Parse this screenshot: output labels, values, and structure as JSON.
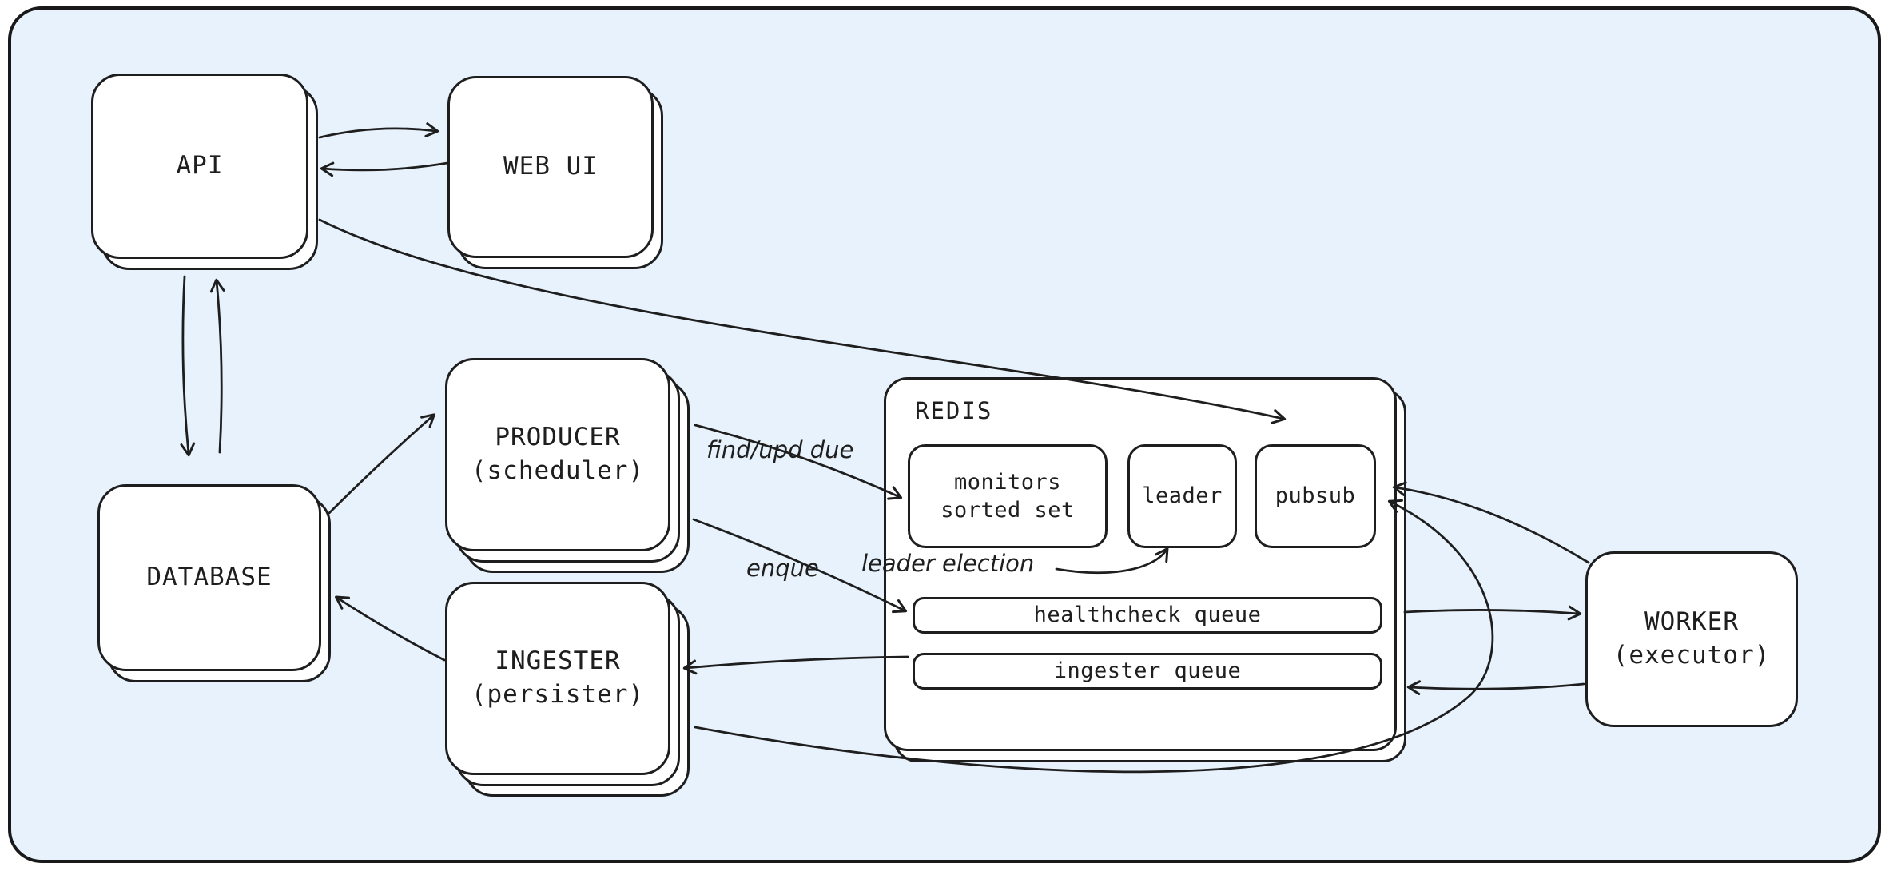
{
  "colors": {
    "frame_fill": "#e8f2fc",
    "stroke": "#1e1e1e",
    "node_fill": "#ffffff"
  },
  "nodes": {
    "api": {
      "label": "API"
    },
    "web_ui": {
      "label": "WEB UI"
    },
    "database": {
      "label": "DATABASE"
    },
    "producer": {
      "label": "PRODUCER\n(scheduler)"
    },
    "ingester": {
      "label": "INGESTER\n(persister)"
    },
    "redis": {
      "label": "REDIS"
    },
    "monitors_sorted_set": {
      "label": "monitors\nsorted set"
    },
    "leader": {
      "label": "leader"
    },
    "pubsub": {
      "label": "pubsub"
    },
    "healthcheck_queue": {
      "label": "healthcheck queue"
    },
    "ingester_queue": {
      "label": "ingester queue"
    },
    "worker": {
      "label": "WORKER\n(executor)"
    }
  },
  "edge_labels": {
    "find_upd_due": "find/upd due",
    "enque": "enque",
    "leader_election": "leader election"
  },
  "edges": [
    {
      "from": "api",
      "to": "web_ui",
      "label": ""
    },
    {
      "from": "web_ui",
      "to": "api",
      "label": ""
    },
    {
      "from": "api",
      "to": "database",
      "label": ""
    },
    {
      "from": "database",
      "to": "api",
      "label": ""
    },
    {
      "from": "api",
      "to": "redis",
      "label": ""
    },
    {
      "from": "database",
      "to": "producer",
      "label": ""
    },
    {
      "from": "ingester",
      "to": "database",
      "label": ""
    },
    {
      "from": "producer",
      "to": "monitors_sorted_set",
      "label": "find/upd due"
    },
    {
      "from": "producer",
      "to": "healthcheck_queue",
      "label": "enque"
    },
    {
      "from": "producer",
      "to": "leader",
      "label": "leader election"
    },
    {
      "from": "ingester_queue",
      "to": "ingester",
      "label": ""
    },
    {
      "from": "healthcheck_queue",
      "to": "worker",
      "label": ""
    },
    {
      "from": "worker",
      "to": "ingester_queue",
      "label": ""
    },
    {
      "from": "ingester",
      "to": "pubsub",
      "label": ""
    },
    {
      "from": "worker",
      "to": "pubsub",
      "label": ""
    }
  ]
}
